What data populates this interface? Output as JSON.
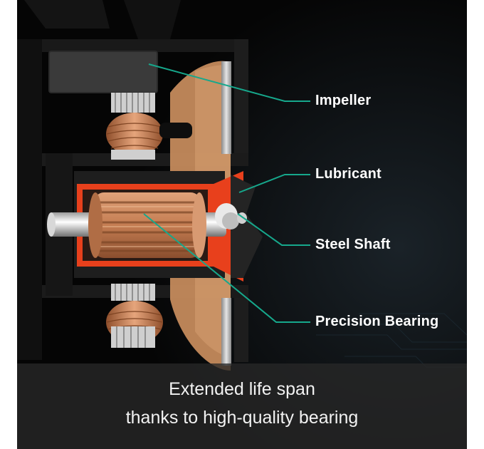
{
  "labels": {
    "impeller": "Impeller",
    "lubricant": "Lubricant",
    "steel_shaft": "Steel Shaft",
    "precision_bearing": "Precision Bearing"
  },
  "caption": {
    "line1": "Extended life span",
    "line2": "thanks to high-quality bearing"
  },
  "colors": {
    "callout_line": "#16a88c",
    "copper": "#c9875c",
    "lubricant": "#e8401c",
    "housing": "#1b1b1b"
  }
}
